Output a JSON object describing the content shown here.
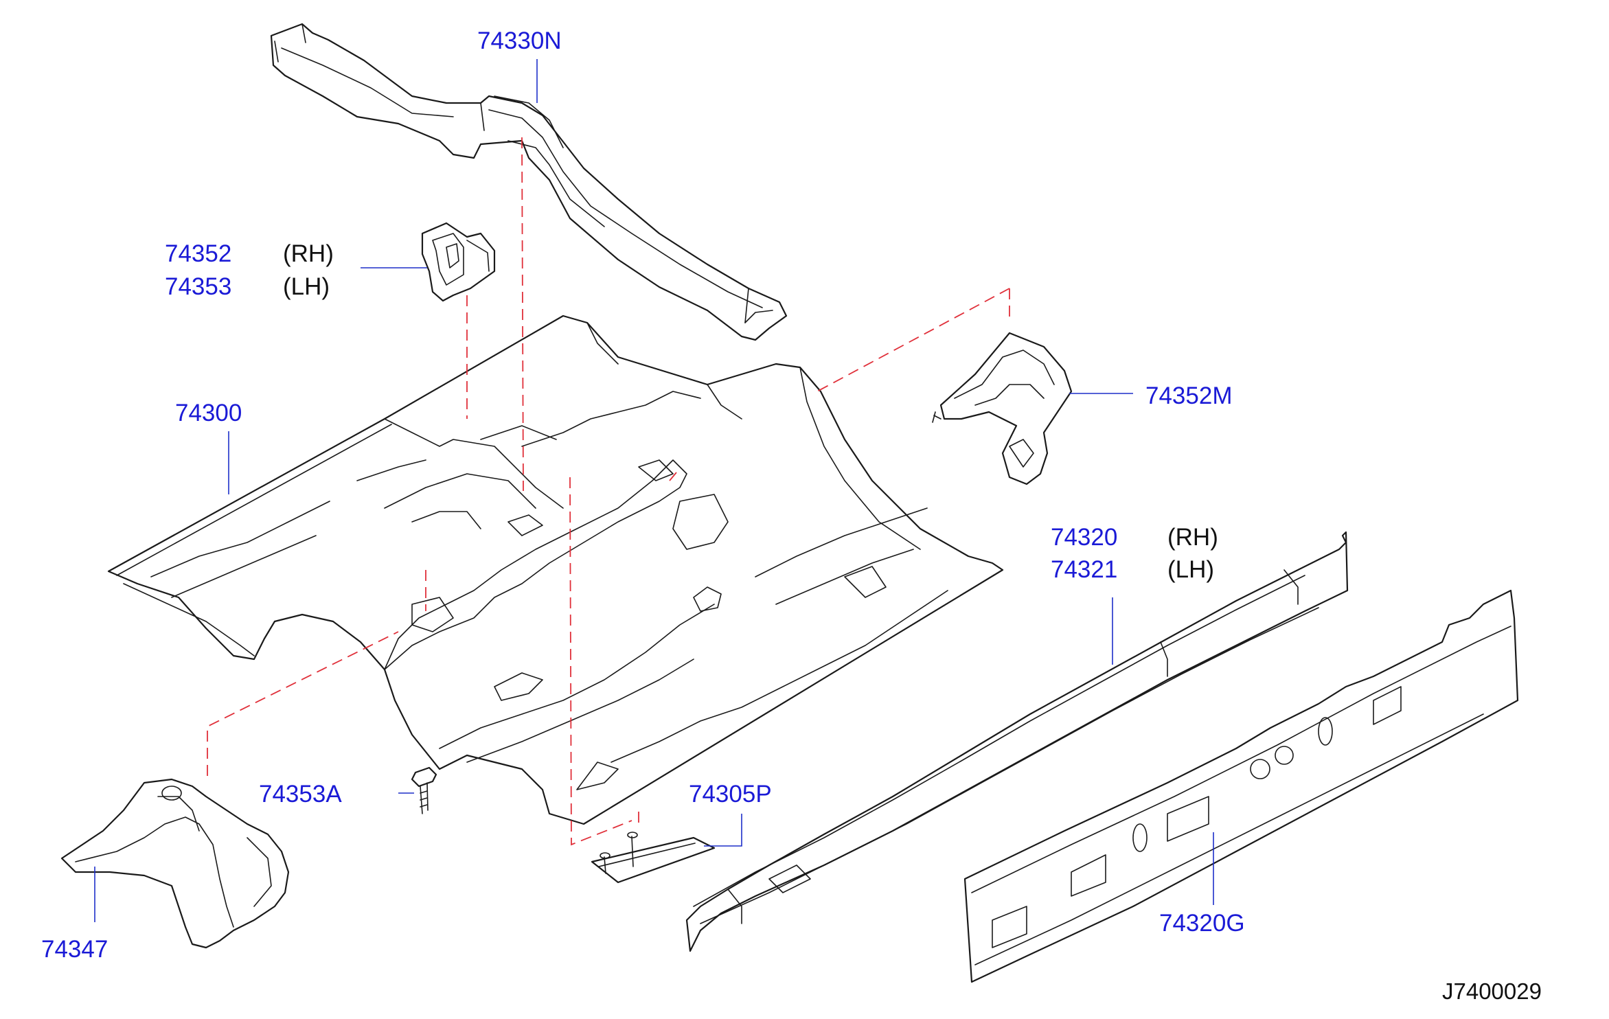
{
  "colors": {
    "part_number": "#1a1ad6",
    "leader_line": "#1d2fc9",
    "guide_line": "#e0303a",
    "outline": "#1a1a1a",
    "background": "#ffffff"
  },
  "callouts": {
    "p74330N": "74330N",
    "p74352": "74352",
    "p74352_side": "(RH)",
    "p74353": "74353",
    "p74353_side": "(LH)",
    "p74300": "74300",
    "p74352M": "74352M",
    "p74320": "74320",
    "p74320_side": "(RH)",
    "p74321": "74321",
    "p74321_side": "(LH)",
    "p74353A": "74353A",
    "p74305P": "74305P",
    "p74347": "74347",
    "p74320G": "74320G"
  },
  "diagram_code": "J7400029"
}
